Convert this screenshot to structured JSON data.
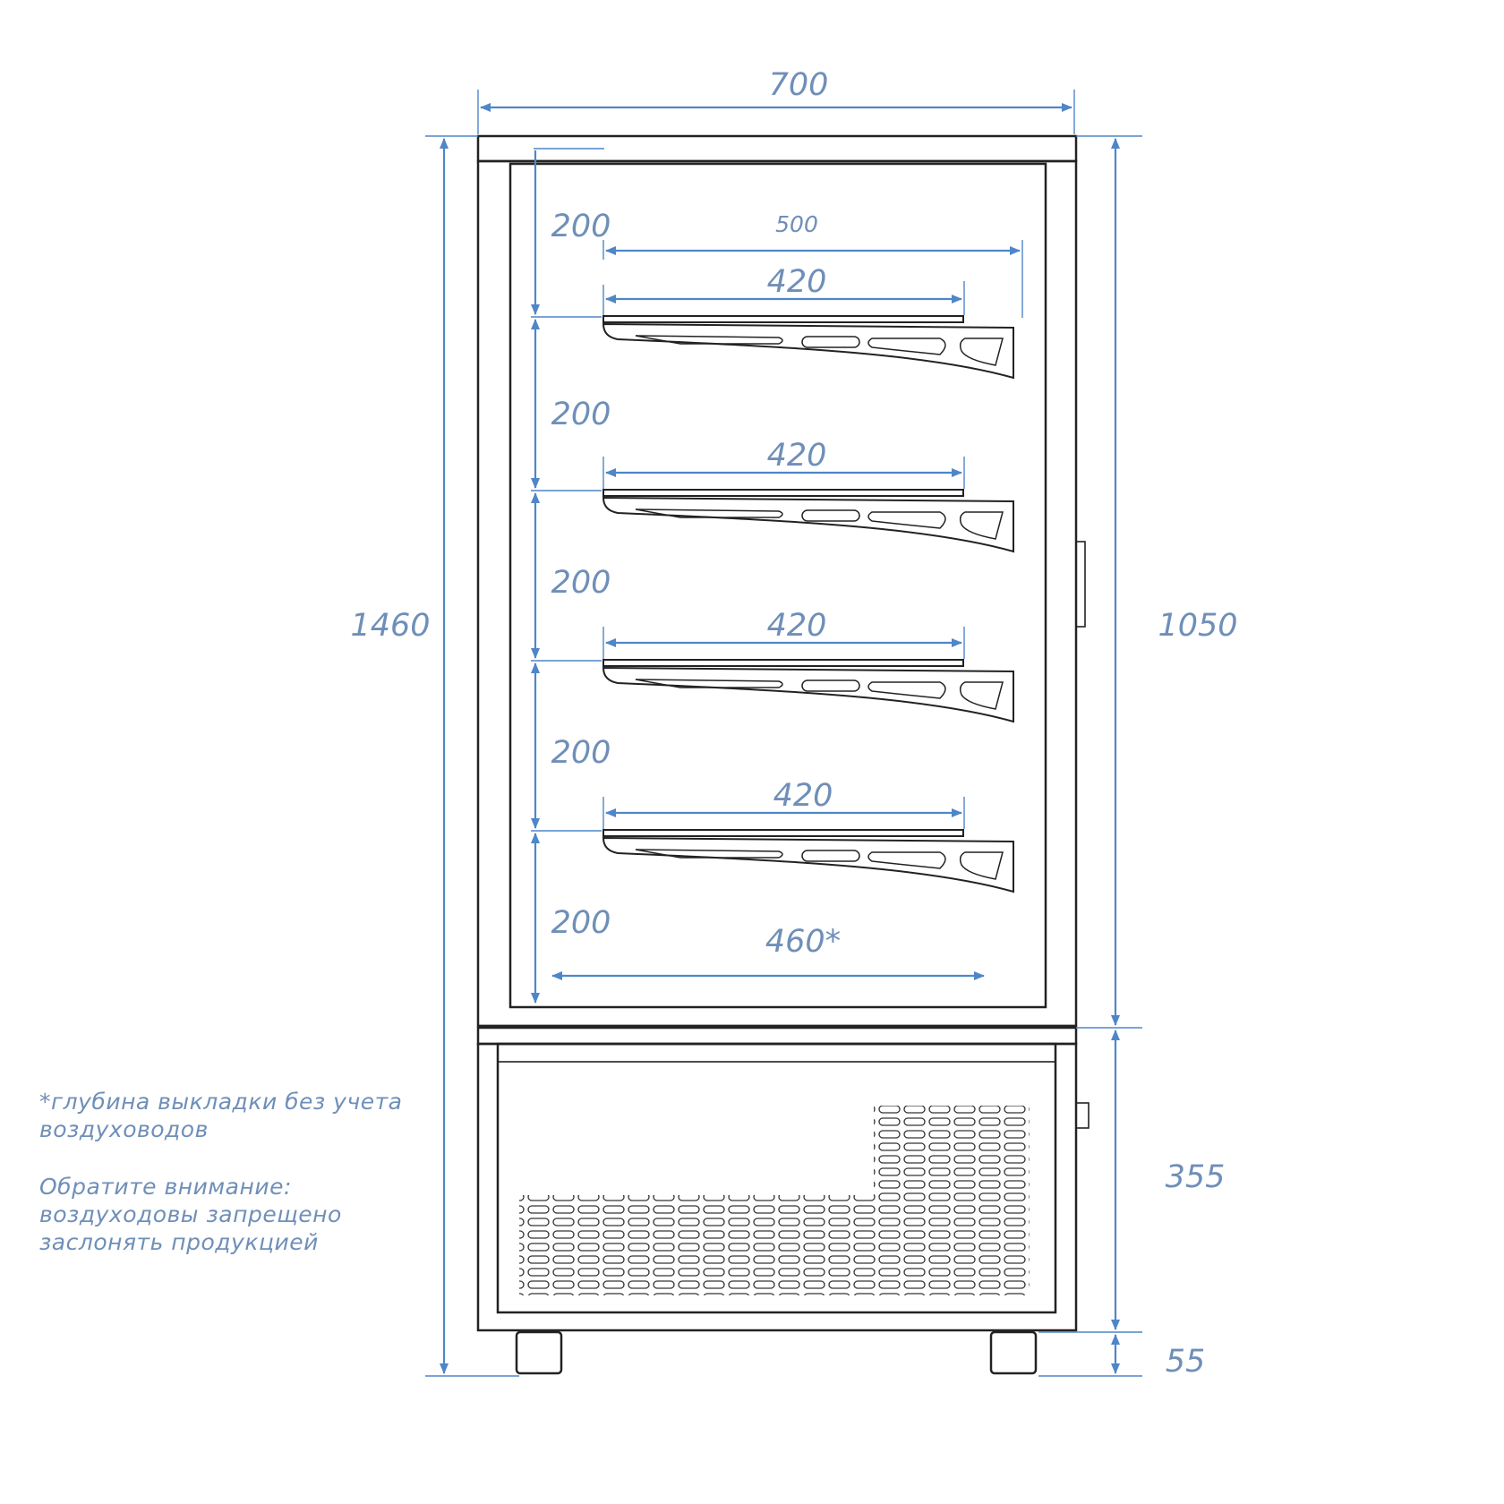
{
  "dimensions": {
    "overall_width": "700",
    "overall_height": "1460",
    "showcase_height": "1050",
    "base_height": "355",
    "leg_height": "55",
    "shelf_pitch_1": "200",
    "shelf_pitch_2": "200",
    "shelf_pitch_3": "200",
    "shelf_pitch_4": "200",
    "shelf_pitch_5": "200",
    "shelf_with_bracket": "500",
    "shelf_depth_1": "420",
    "shelf_depth_2": "420",
    "shelf_depth_3": "420",
    "shelf_depth_4": "420",
    "bottom_depth": "460*"
  },
  "notes": {
    "footnote_line1": "*глубина выкладки без учета",
    "footnote_line2": "воздуховодов",
    "warning_line1": "Обратите внимание:",
    "warning_line2": "воздуходовы запрещено",
    "warning_line3": "заслонять продукцией"
  },
  "colors": {
    "dimension": "#4f86c9",
    "label": "#6f8fb8",
    "outline": "#222222"
  }
}
